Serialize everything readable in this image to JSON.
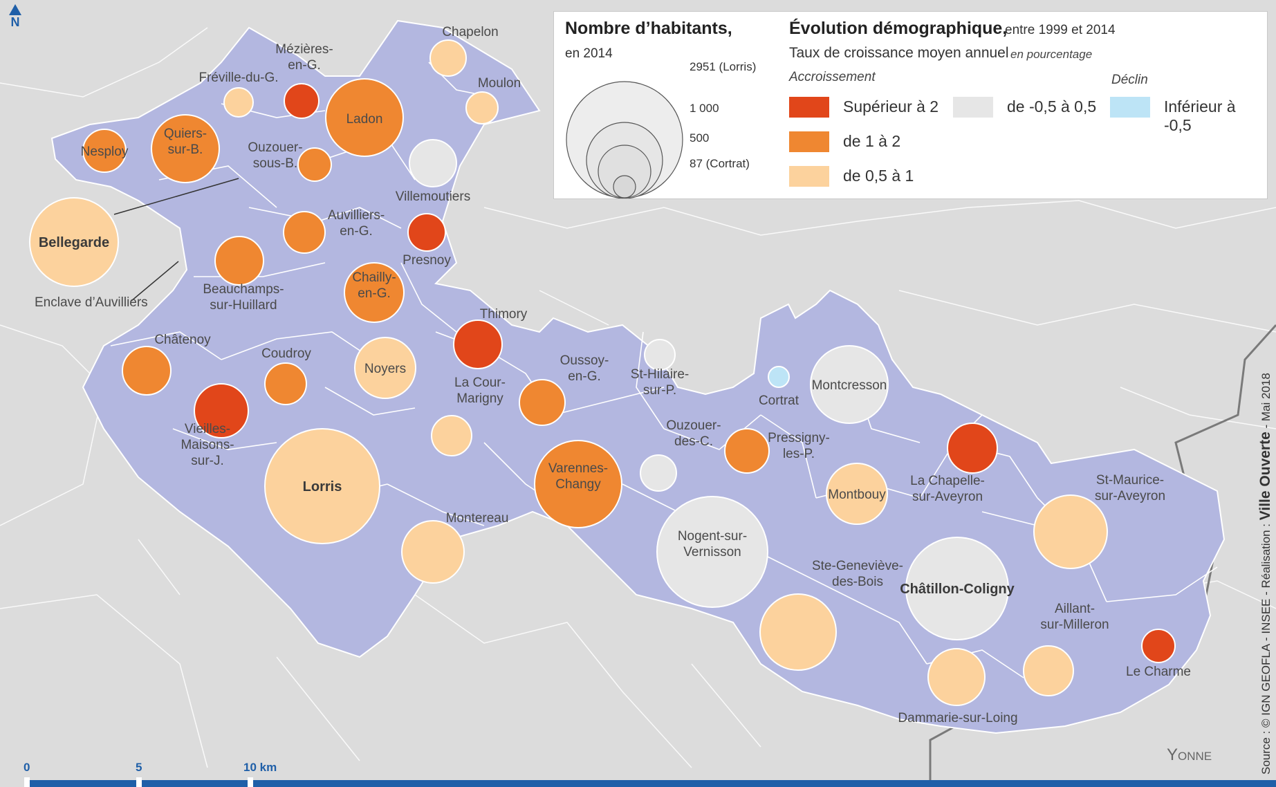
{
  "north_label": "N",
  "legend": {
    "size_title": "Nombre d’habitants,",
    "size_subtitle": "en 2014",
    "size_values": [
      "2951 (Lorris)",
      "1 000",
      "500",
      "87 (Cortrat)"
    ],
    "evo_title": "Évolution démographique,",
    "evo_period": "entre 1999 et 2014",
    "evo_subtitle": "Taux de croissance moyen annuel",
    "evo_unit": "en pourcentage",
    "group_increase": "Accroissement",
    "group_decline": "Déclin",
    "classes": [
      {
        "label": "Supérieur à 2",
        "color": "#e1461a"
      },
      {
        "label": "de 1 à 2",
        "color": "#ef8731"
      },
      {
        "label": "de 0,5 à 1",
        "color": "#fcd29d"
      },
      {
        "label": "de -0,5 à 0,5",
        "color": "#e6e6e6"
      },
      {
        "label": "Inférieur à -0,5",
        "color": "#bde4f6"
      }
    ]
  },
  "communes": [
    {
      "name": "Chapelon",
      "cls": 2
    },
    {
      "name": "Mézières-en-G.",
      "cls": 0
    },
    {
      "name": "Moulon",
      "cls": 2
    },
    {
      "name": "Fréville-du-G.",
      "cls": 2
    },
    {
      "name": "Ladon",
      "cls": 1
    },
    {
      "name": "Nesploy",
      "cls": 1
    },
    {
      "name": "Quiers-sur-B.",
      "cls": 1
    },
    {
      "name": "Ouzouer-sous-B.",
      "cls": 1
    },
    {
      "name": "Villemoutiers",
      "cls": 3
    },
    {
      "name": "Bellegarde",
      "cls": 2
    },
    {
      "name": "Auvilliers-en-G.",
      "cls": 1
    },
    {
      "name": "Presnoy",
      "cls": 0
    },
    {
      "name": "Beauchamps-sur-Huillard",
      "cls": 1
    },
    {
      "name": "Chailly-en-G.",
      "cls": 1
    },
    {
      "name": "Thimory",
      "cls": 0
    },
    {
      "name": "Châtenoy",
      "cls": 1
    },
    {
      "name": "Coudroy",
      "cls": 1
    },
    {
      "name": "Noyers",
      "cls": 2
    },
    {
      "name": "Oussoy-en-G.",
      "cls": 1
    },
    {
      "name": "St-Hilaire-sur-P.",
      "cls": 3
    },
    {
      "name": "Cortrat",
      "cls": 4
    },
    {
      "name": "Montcresson",
      "cls": 3
    },
    {
      "name": "La Cour-Marigny",
      "cls": 2
    },
    {
      "name": "Vieilles-Maisons-sur-J.",
      "cls": 0
    },
    {
      "name": "Ouzouer-des-C.",
      "cls": 3
    },
    {
      "name": "Pressigny-les-P.",
      "cls": 1
    },
    {
      "name": "Lorris",
      "cls": 2
    },
    {
      "name": "Varennes-Changy",
      "cls": 1
    },
    {
      "name": "Montbouy",
      "cls": 2
    },
    {
      "name": "La Chapelle-sur-Aveyron",
      "cls": 0
    },
    {
      "name": "St-Maurice-sur-Aveyron",
      "cls": 2
    },
    {
      "name": "Montereau",
      "cls": 2
    },
    {
      "name": "Nogent-sur-Vernisson",
      "cls": 3
    },
    {
      "name": "Ste-Geneviève-des-Bois",
      "cls": 2
    },
    {
      "name": "Châtillon-Coligny",
      "cls": 3
    },
    {
      "name": "Aillant-sur-Milleron",
      "cls": 2
    },
    {
      "name": "Le Charme",
      "cls": 0
    },
    {
      "name": "Dammarie-sur-Loing",
      "cls": 2
    }
  ],
  "annotations": {
    "enclave": "Enclave d’Auvilliers",
    "department": "Yonne"
  },
  "scale": {
    "labels": [
      "0",
      "5",
      "10 km"
    ]
  },
  "source_prefix": "Source : © IGN GEOFLA - INSEE - Réalisation : ",
  "source_brand": "Ville Ouverte",
  "source_suffix": " - Mai 2018"
}
